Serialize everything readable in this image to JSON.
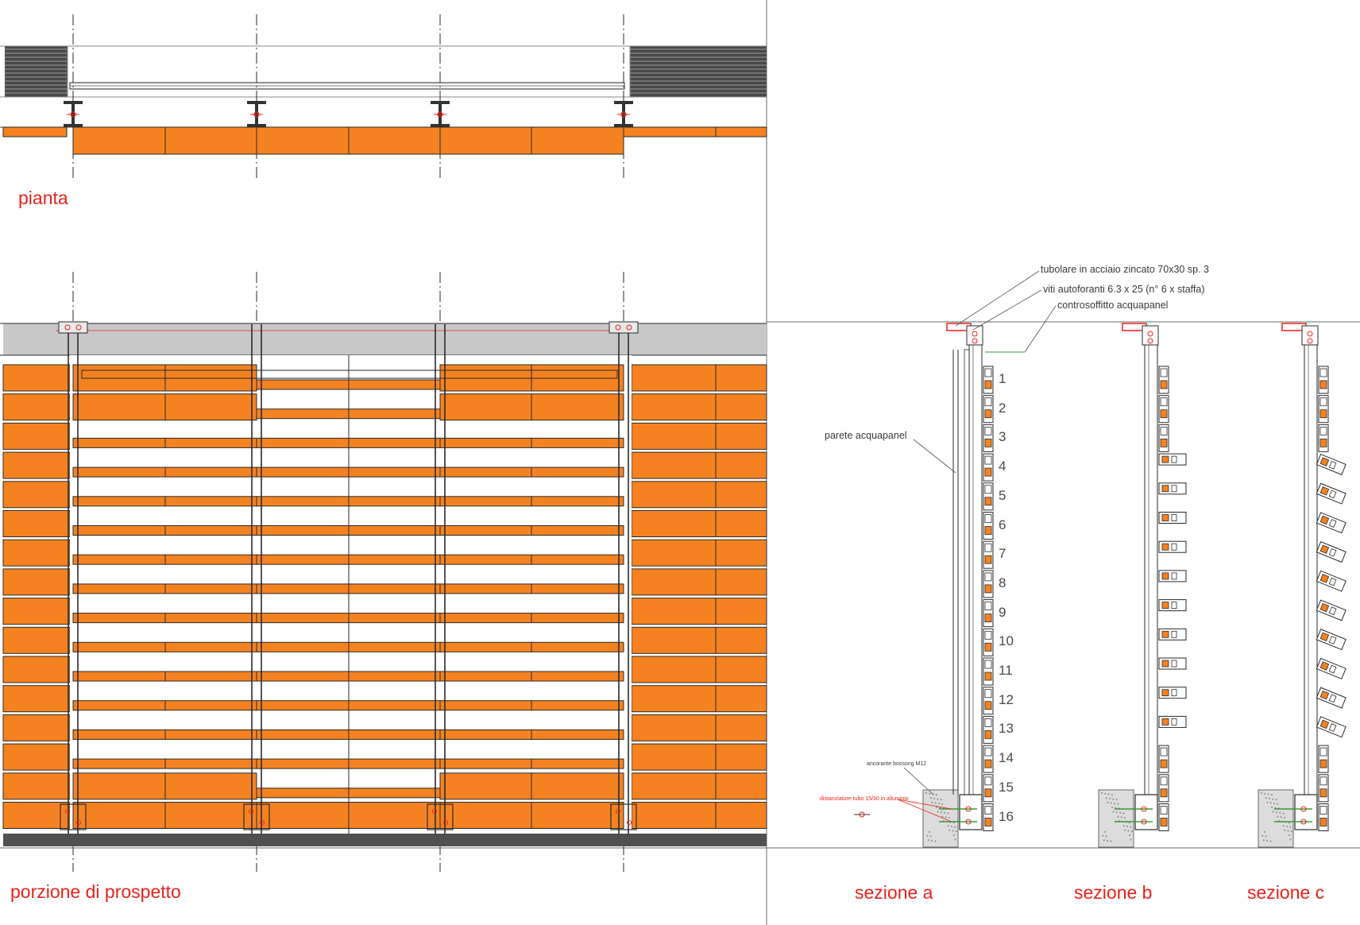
{
  "views": {
    "plan_label": "pianta",
    "elevation_label": "porzione di prospetto",
    "section_a_label": "sezione a",
    "section_b_label": "sezione b",
    "section_c_label": "sezione c"
  },
  "annotations": {
    "tubolare": "tubolare in acciaio zincato 70x30 sp. 3",
    "viti": "viti autoforanti 6.3 x 25  (n° 6 x staffa)",
    "controsoffitto": "controsoffitto acquapanel",
    "parete": "parete acquapanel",
    "ancorante": "ancorante bossong M12",
    "distanziatore": "distanziatore tubo 15/30  in alluminio"
  },
  "slat_numbers": [
    "1",
    "2",
    "3",
    "4",
    "5",
    "6",
    "7",
    "8",
    "9",
    "10",
    "11",
    "12",
    "13",
    "14",
    "15",
    "16"
  ],
  "colors": {
    "panel_orange": "#f58220",
    "annotation_red": "#e8231b",
    "line_dark": "#2a2a2a",
    "ceiling_gray": "#c8c8c8",
    "concrete_gray": "#dcdcdc"
  }
}
